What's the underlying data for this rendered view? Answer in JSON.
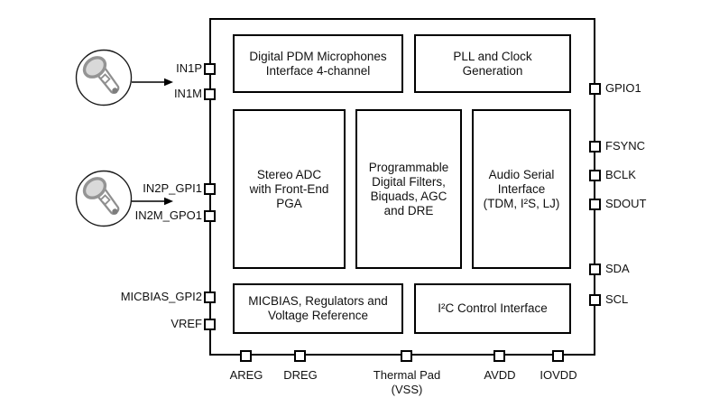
{
  "blocks": {
    "pdm": {
      "line1": "Digital PDM Microphones",
      "line2": "Interface 4-channel"
    },
    "pll": {
      "line1": "PLL and Clock",
      "line2": "Generation"
    },
    "adc": {
      "line1": "Stereo ADC",
      "line2": "with Front-End",
      "line3": "PGA"
    },
    "filters": {
      "line1": "Programmable",
      "line2": "Digital Filters,",
      "line3": "Biquads, AGC",
      "line4": "and DRE"
    },
    "asi": {
      "line1": "Audio Serial",
      "line2": "Interface",
      "line3": "(TDM, I²S, LJ)"
    },
    "micbias": {
      "line1": "MICBIAS, Regulators and",
      "line2": "Voltage Reference"
    },
    "i2c": {
      "line1": "I²C Control Interface"
    }
  },
  "pins": {
    "left": {
      "in1p": "IN1P",
      "in1m": "IN1M",
      "in2p_gpi1": "IN2P_GPI1",
      "in2m_gpo1": "IN2M_GPO1",
      "micbias_gpi2": "MICBIAS_GPI2",
      "vref": "VREF"
    },
    "right": {
      "gpio1": "GPIO1",
      "fsync": "FSYNC",
      "bclk": "BCLK",
      "sdout": "SDOUT",
      "sda": "SDA",
      "scl": "SCL"
    },
    "bottom": {
      "areg": "AREG",
      "dreg": "DREG",
      "thermal_line1": "Thermal Pad",
      "thermal_line2": "(VSS)",
      "avdd": "AVDD",
      "iovdd": "IOVDD"
    }
  },
  "icons": {
    "microphone": "microphone-icon",
    "arrow": "arrow-right-icon"
  },
  "colors": {
    "line": "#000000",
    "background": "#ffffff",
    "mic_head_fill": "#d9d9d9",
    "mic_stroke": "#949494",
    "mic_tip": "#7d7d7d"
  }
}
